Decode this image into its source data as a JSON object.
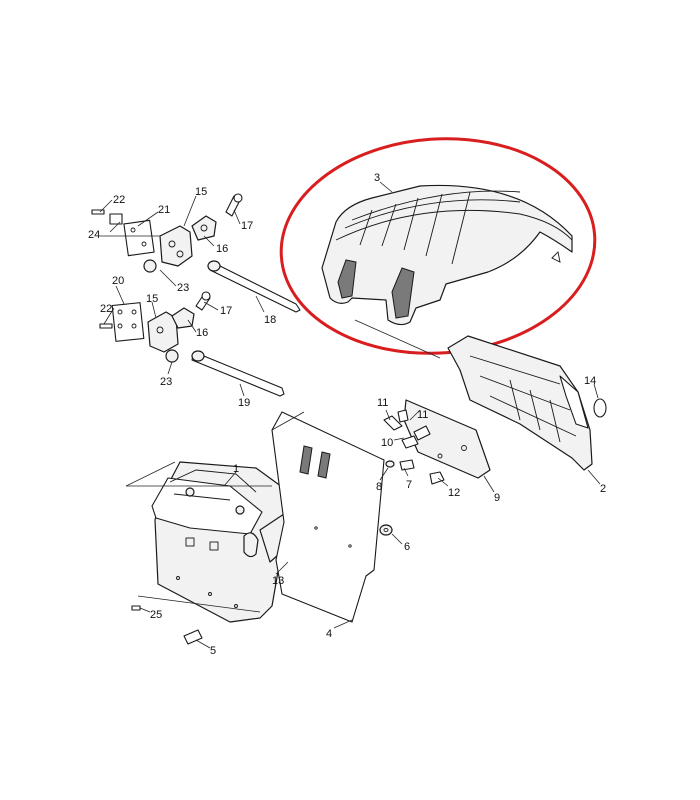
{
  "highlight_color": "#d81e1e",
  "callouts": [
    {
      "id": "c3",
      "label": "3"
    },
    {
      "id": "c22a",
      "label": "22"
    },
    {
      "id": "c15a",
      "label": "15"
    },
    {
      "id": "c21",
      "label": "21"
    },
    {
      "id": "c17a",
      "label": "17"
    },
    {
      "id": "c24",
      "label": "24"
    },
    {
      "id": "c16a",
      "label": "16"
    },
    {
      "id": "c23a",
      "label": "23"
    },
    {
      "id": "c20",
      "label": "20"
    },
    {
      "id": "c22b",
      "label": "22"
    },
    {
      "id": "c15b",
      "label": "15"
    },
    {
      "id": "c17b",
      "label": "17"
    },
    {
      "id": "c18",
      "label": "18"
    },
    {
      "id": "c16b",
      "label": "16"
    },
    {
      "id": "c23b",
      "label": "23"
    },
    {
      "id": "c19",
      "label": "19"
    },
    {
      "id": "c14",
      "label": "14"
    },
    {
      "id": "c11a",
      "label": "11"
    },
    {
      "id": "c11b",
      "label": "11"
    },
    {
      "id": "c10",
      "label": "10"
    },
    {
      "id": "c1",
      "label": "1"
    },
    {
      "id": "c8",
      "label": "8"
    },
    {
      "id": "c7",
      "label": "7"
    },
    {
      "id": "c12",
      "label": "12"
    },
    {
      "id": "c9",
      "label": "9"
    },
    {
      "id": "c2",
      "label": "2"
    },
    {
      "id": "c6",
      "label": "6"
    },
    {
      "id": "c13",
      "label": "13"
    },
    {
      "id": "c25",
      "label": "25"
    },
    {
      "id": "c4",
      "label": "4"
    },
    {
      "id": "c5",
      "label": "5"
    }
  ]
}
